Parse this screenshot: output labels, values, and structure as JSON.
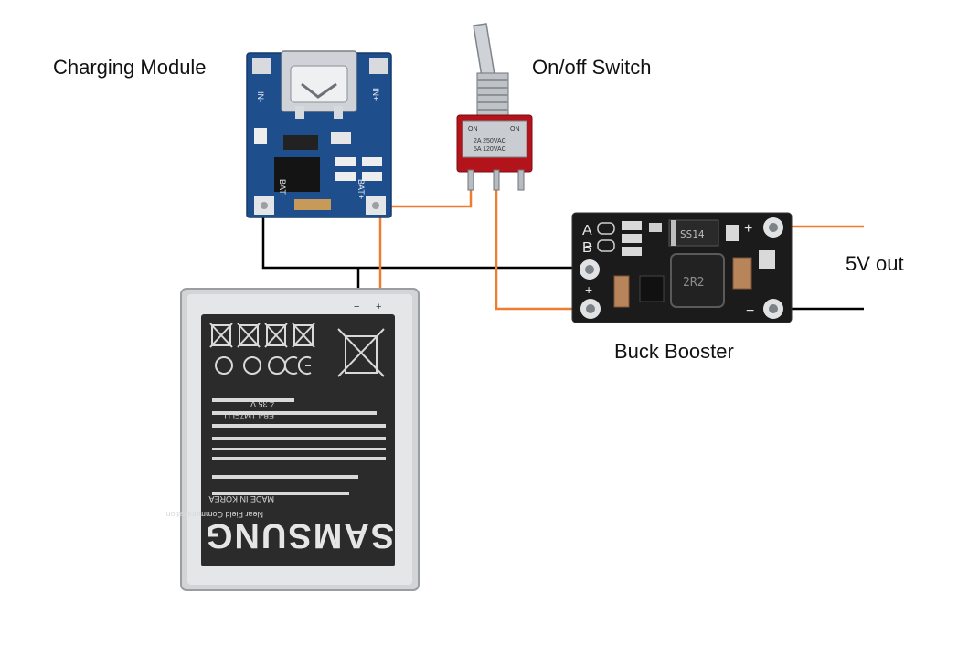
{
  "labels": {
    "charging_module": "Charging Module",
    "switch": "On/off Switch",
    "buck_booster": "Buck Booster",
    "output": "5V out"
  },
  "colors": {
    "positive_wire": "#ED7D31",
    "negative_wire": "#000000",
    "charging_pcb": "#1F4E8C",
    "buck_pcb": "#1B1B1B",
    "switch_body": "#B3131B",
    "battery_label": "#2B2B2B"
  },
  "charging_module": {
    "pin_in_neg": "IN-",
    "pin_in_pos": "IN+",
    "pin_bat_neg": "BAT-",
    "pin_bat_pos": "BAT+"
  },
  "switch": {
    "on_left": "ON",
    "on_right": "ON",
    "rating_1": "2A 250VAC",
    "rating_2": "5A 120VAC"
  },
  "buck_booster": {
    "pin_a": "A",
    "pin_b": "B",
    "in_neg": "−",
    "in_pos": "+",
    "out_pos": "+",
    "out_neg": "−",
    "diode": "SS14",
    "inductor": "2R2"
  },
  "battery": {
    "brand": "SAMSUNG",
    "terminal_neg": "−",
    "terminal_pos": "+",
    "line_voltage": "4.35 V",
    "line_model": "EB-L1M7FLU",
    "line_nfc": "Near Field Communication",
    "line_made_in": "MADE IN KOREA"
  }
}
